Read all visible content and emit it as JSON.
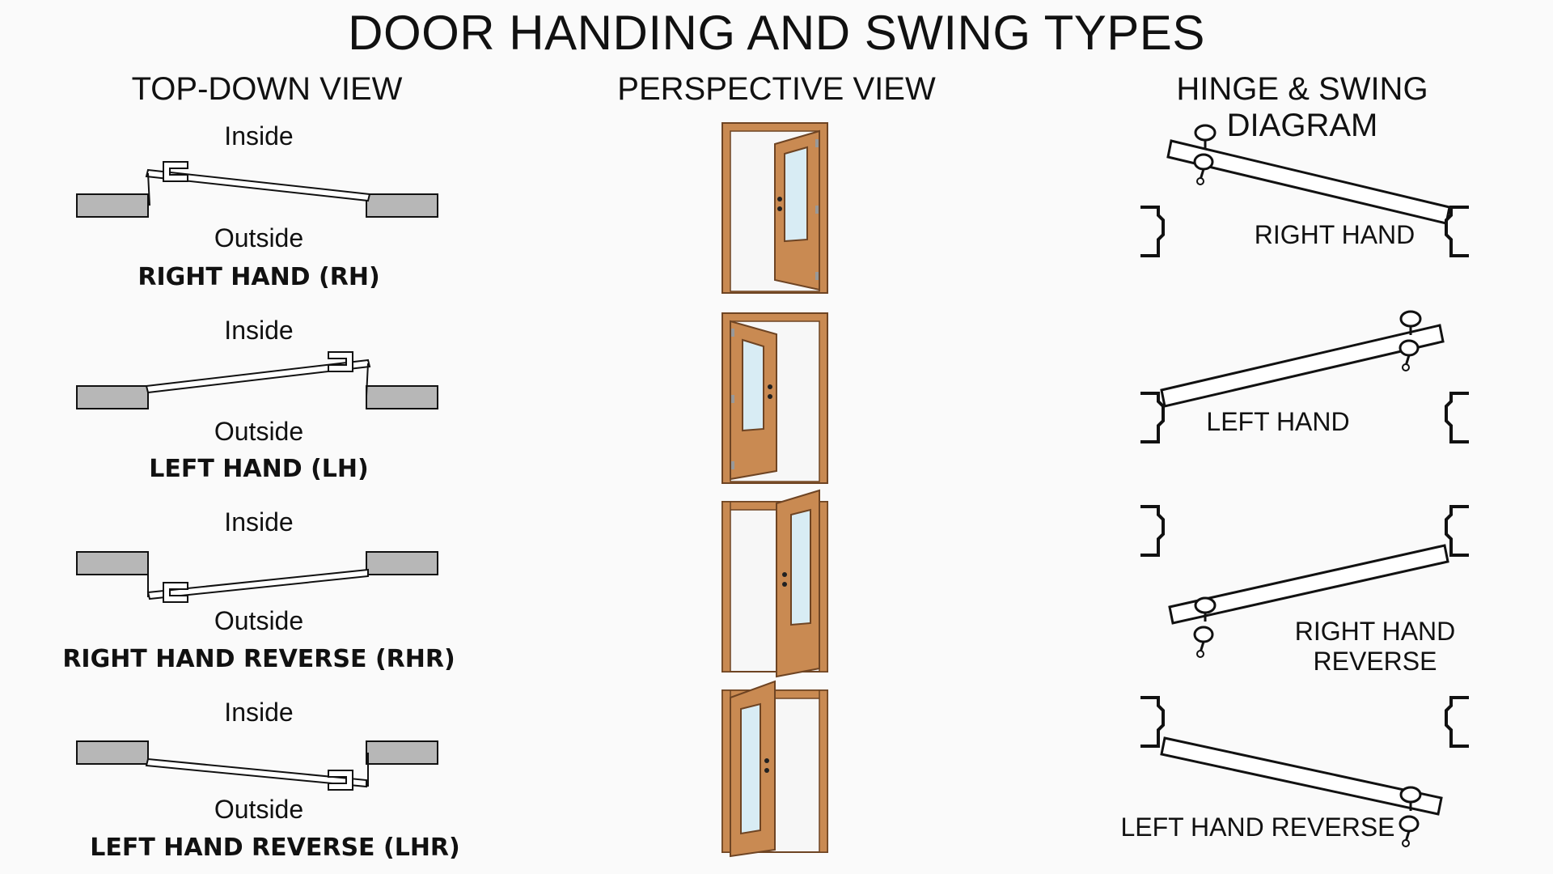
{
  "title": "DOOR HANDING AND SWING TYPES",
  "columns": {
    "top_down": "TOP-DOWN VIEW",
    "perspective": "PERSPECTIVE VIEW",
    "hinge_swing": "HINGE & SWING DIAGRAM"
  },
  "top_down": [
    {
      "inside": "Inside",
      "outside": "Outside",
      "name": "RIGHT HAND (RH)"
    },
    {
      "inside": "Inside",
      "outside": "Outside",
      "name": "LEFT HAND (LH)"
    },
    {
      "inside": "Inside",
      "outside": "Outside",
      "name": "RIGHT HAND REVERSE (RHR)"
    },
    {
      "inside": "Inside",
      "outside": "Outside",
      "name": "LEFT HAND REVERSE (LHR)"
    }
  ],
  "swing_labels": [
    "RIGHT HAND",
    "LEFT HAND",
    "RIGHT HAND REVERSE",
    "LEFT HAND REVERSE"
  ],
  "colors": {
    "wood": "#c98a52",
    "wood_dark": "#9c6535",
    "glass": "#d8ecf4",
    "wall": "#b7b7b7",
    "line": "#111111"
  }
}
